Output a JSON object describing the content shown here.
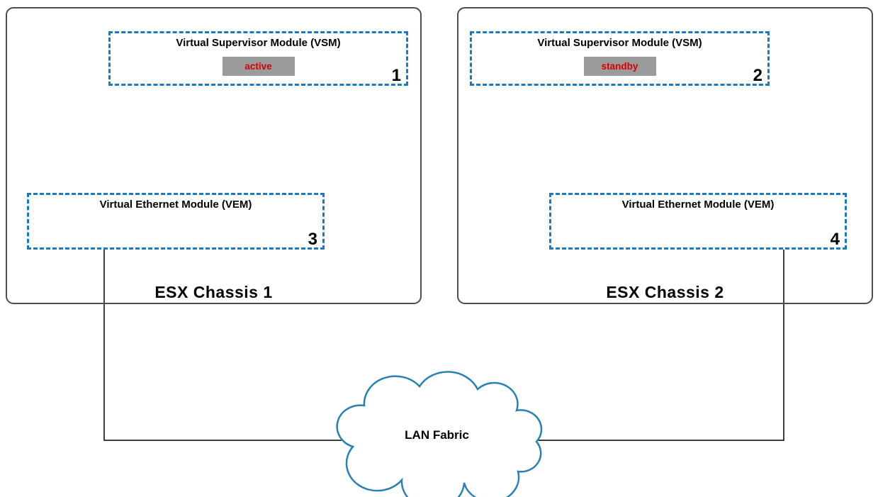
{
  "colors": {
    "dash_blue": "#1B78C4",
    "cloud_stroke": "#2781B4",
    "chassis_border": "#4D4D4D",
    "connector": "#000000",
    "status_bg": "#9B9B9B",
    "status_text": "#D40000",
    "label_text": "#000000"
  },
  "diagram": {
    "chassis": [
      {
        "label": "ESX Chassis 1",
        "vsm": {
          "title": "Virtual Supervisor Module (VSM)",
          "status": "active",
          "number": "1"
        },
        "vem": {
          "title": "Virtual Ethernet Module (VEM)",
          "number": "3"
        }
      },
      {
        "label": "ESX Chassis 2",
        "vsm": {
          "title": "Virtual Supervisor Module (VSM)",
          "status": "standby",
          "number": "2"
        },
        "vem": {
          "title": "Virtual Ethernet Module (VEM)",
          "number": "4"
        }
      }
    ],
    "cloud": {
      "label": "LAN Fabric"
    }
  }
}
